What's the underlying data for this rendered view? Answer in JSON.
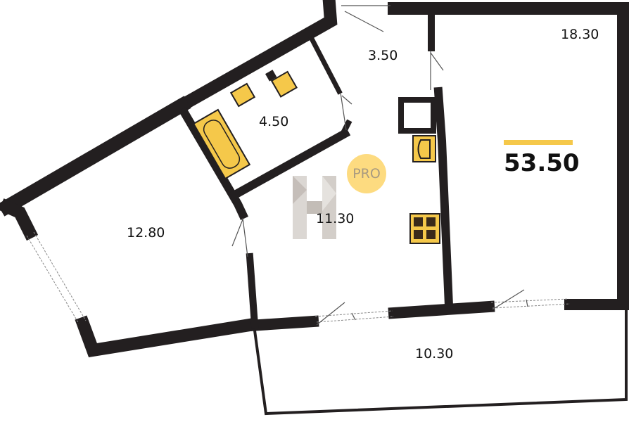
{
  "plan": {
    "total_area": "53.50",
    "rooms": [
      {
        "name": "room-left",
        "area": "12.80"
      },
      {
        "name": "bathroom",
        "area": "4.50"
      },
      {
        "name": "hall",
        "area": "3.50"
      },
      {
        "name": "kitchen",
        "area": "11.30"
      },
      {
        "name": "room-right",
        "area": "18.30"
      },
      {
        "name": "balcony",
        "area": "10.30"
      }
    ],
    "badge": "PRO"
  },
  "colors": {
    "wall": "#231f20",
    "fixture": "#f5c84a",
    "accent": "#f5c84a"
  }
}
